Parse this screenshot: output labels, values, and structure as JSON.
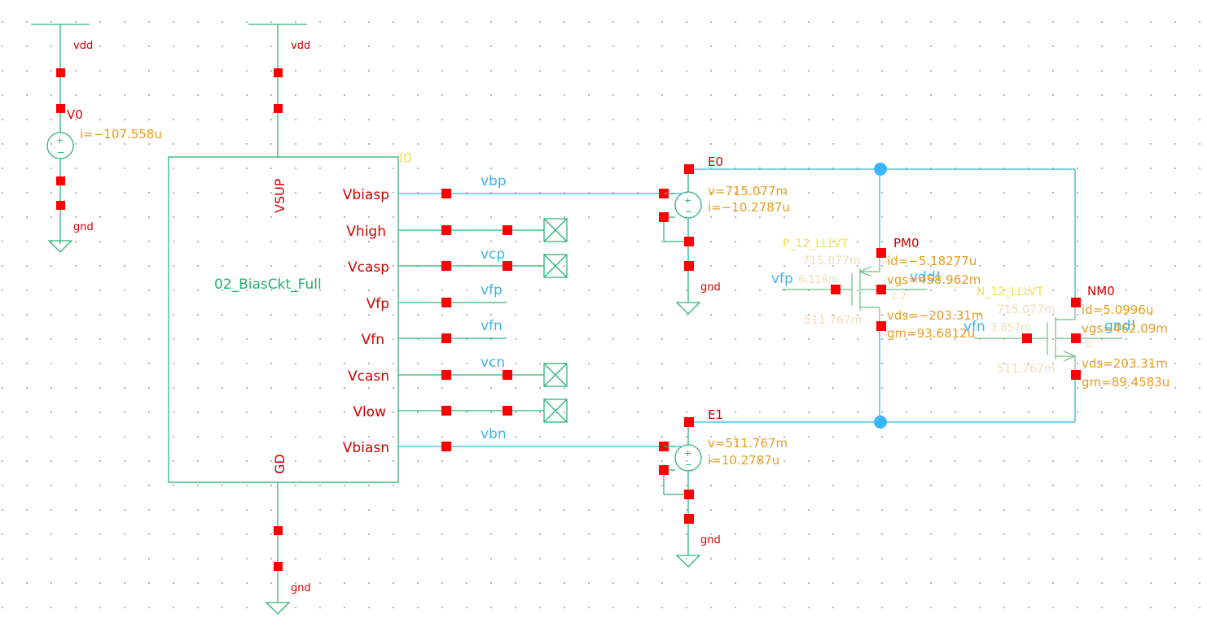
{
  "schematic": {
    "supply_labels": {
      "vdd_left": "vdd",
      "vdd_mid": "vdd",
      "gnd_left": "gnd",
      "gnd_mid": "gnd",
      "gnd_e0": "gnd",
      "gnd_e1": "gnd"
    },
    "v0": {
      "name": "V0",
      "current": "i=−107.558u"
    },
    "block": {
      "instance": "I0",
      "cell": "02_BiasCkt_Full",
      "top_pin": "VSUP",
      "bottom_pin": "GD",
      "pins": [
        "Vbiasp",
        "Vhigh",
        "Vcasp",
        "Vfp",
        "Vfn",
        "Vcasn",
        "Vlow",
        "Vbiasn"
      ]
    },
    "nets": [
      "vbp",
      "vcp",
      "vfp",
      "vfn",
      "vcn",
      "vbn"
    ],
    "e0": {
      "name": "E0",
      "voltage": "v=715.077m",
      "current": "i=−10.2787u"
    },
    "e1": {
      "name": "E1",
      "voltage": "v=511.767m",
      "current": "i=10.2787u"
    },
    "pm0": {
      "name": "PM0",
      "model": "P_12_LLLVT",
      "id": "id=−5.18277u",
      "vgs": "vgs=458.962m",
      "vds": "vds=−203.31m",
      "gm": "gm=93.6812u",
      "net_gate": "vfp",
      "net_body": "vdd!",
      "ghost_top": "715.077m",
      "ghost_gate": "6.116m",
      "ghost_bottom": "511.767m",
      "ghost_size": "1.2"
    },
    "nm0": {
      "name": "NM0",
      "model": "N_12_LLLVT",
      "id": "id=5.0996u",
      "vgs": "vgs=462.09m",
      "vds": "vds=203.31m",
      "gm": "gm=89.4583u",
      "net_gate": "vfn",
      "net_body": "gnd!",
      "ghost_top": "715.077m",
      "ghost_gate": "3.857m",
      "ghost_bottom": "511.767m",
      "ghost_size": "0"
    }
  },
  "colors": {
    "wire": "#3cb4dc",
    "symbol": "#2eb37a",
    "pin": "#ff0000",
    "label": "#d20000",
    "annotation": "#e69c1e",
    "net": "#42b2e6",
    "model": "#f0e35c"
  }
}
